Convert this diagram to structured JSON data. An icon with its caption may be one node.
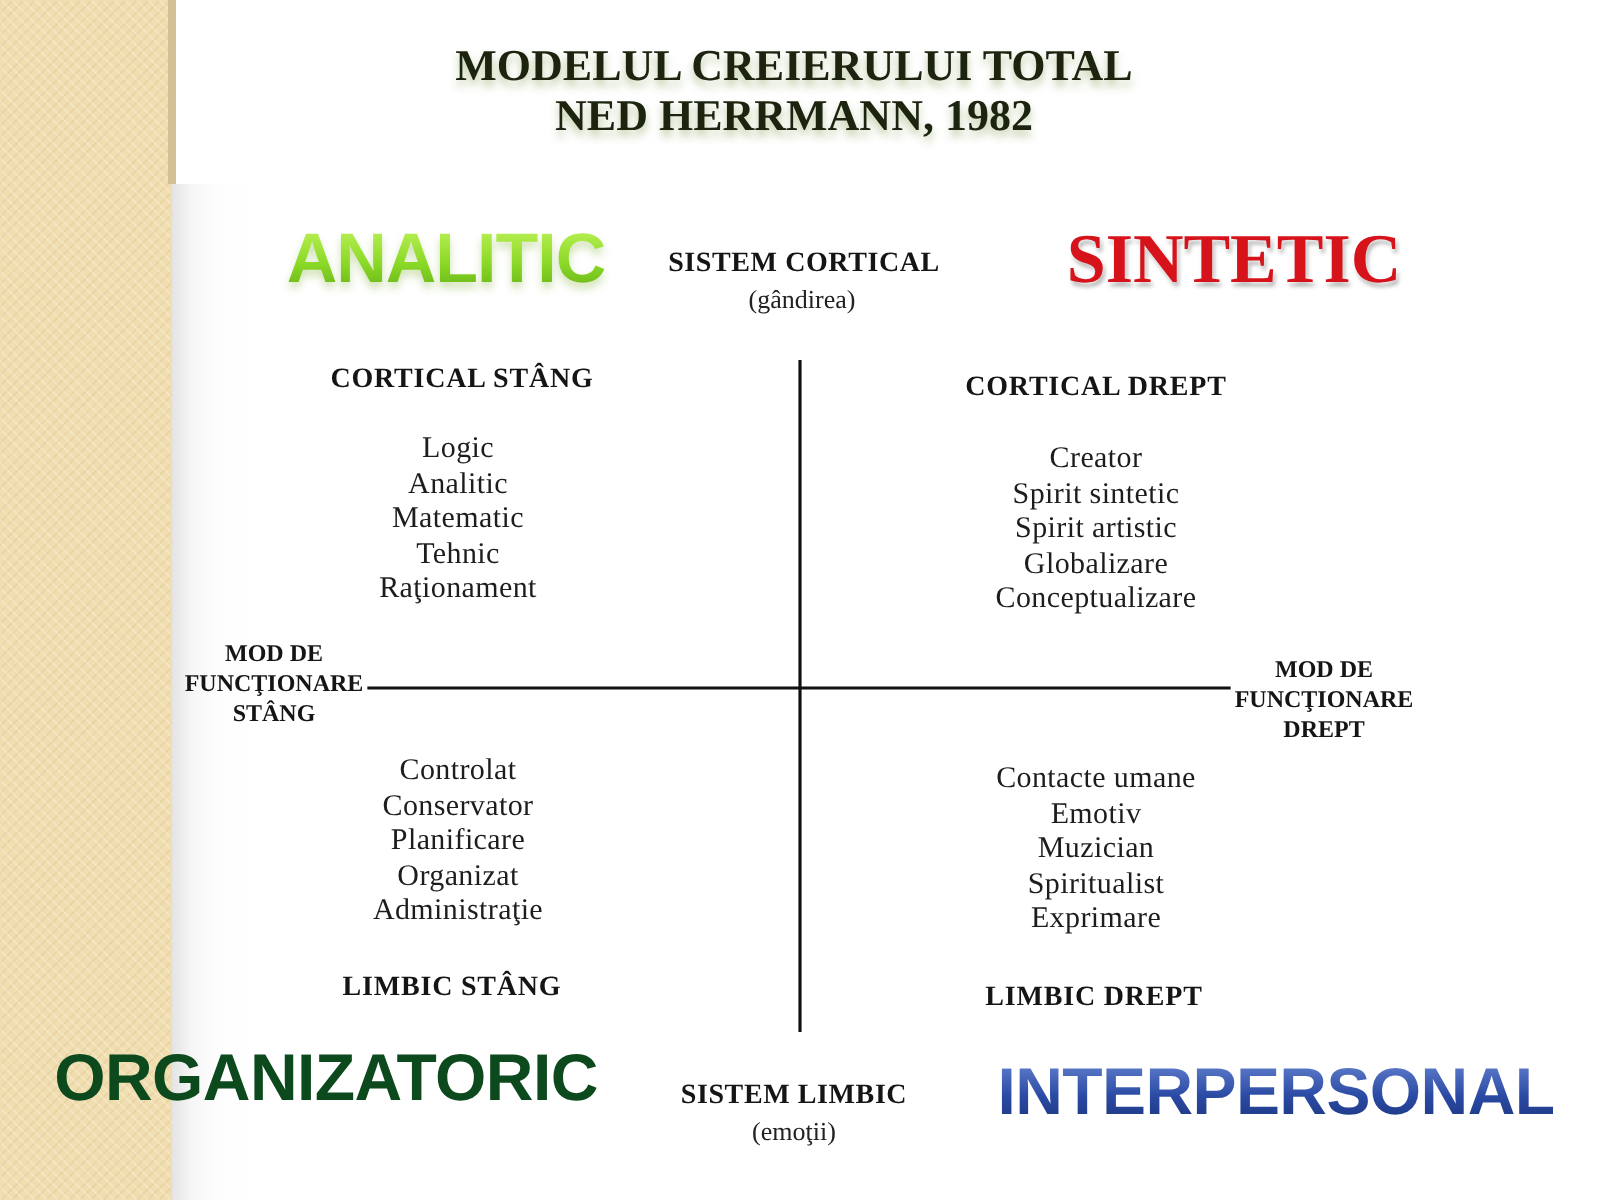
{
  "diagram": {
    "title": "MODELUL CREIERULUI TOTAL NED HERRMANN, 1982",
    "labels": [
      "ANALITIC",
      "SISTEM CORTICAL",
      "(gândirea)",
      "SINTETIC",
      "CORTICAL STÂNG",
      "Logic",
      "Analitic",
      "Matematic",
      "Tehnic",
      "Raţionament",
      "CORTICAL DREPT",
      "Creator",
      "Spirit sintetic",
      "Spirit artistic",
      "Globalizare",
      "Conceptualizare",
      "MOD DE FUNCŢIONARE STÂNG",
      "MOD DE FUNCŢIONARE DREPT",
      "Controlat",
      "Conservator",
      "Planificare",
      "Organizat",
      "Administraţie",
      "Contacte umane",
      "Emotiv",
      "Muzician",
      "Spiritualist",
      "Exprimare",
      "LIMBIC STÂNG",
      "LIMBIC DREPT",
      "ORGANIZATORIC",
      "SISTEM LIMBIC",
      "(emoţii)",
      "INTERPERSONAL"
    ]
  }
}
